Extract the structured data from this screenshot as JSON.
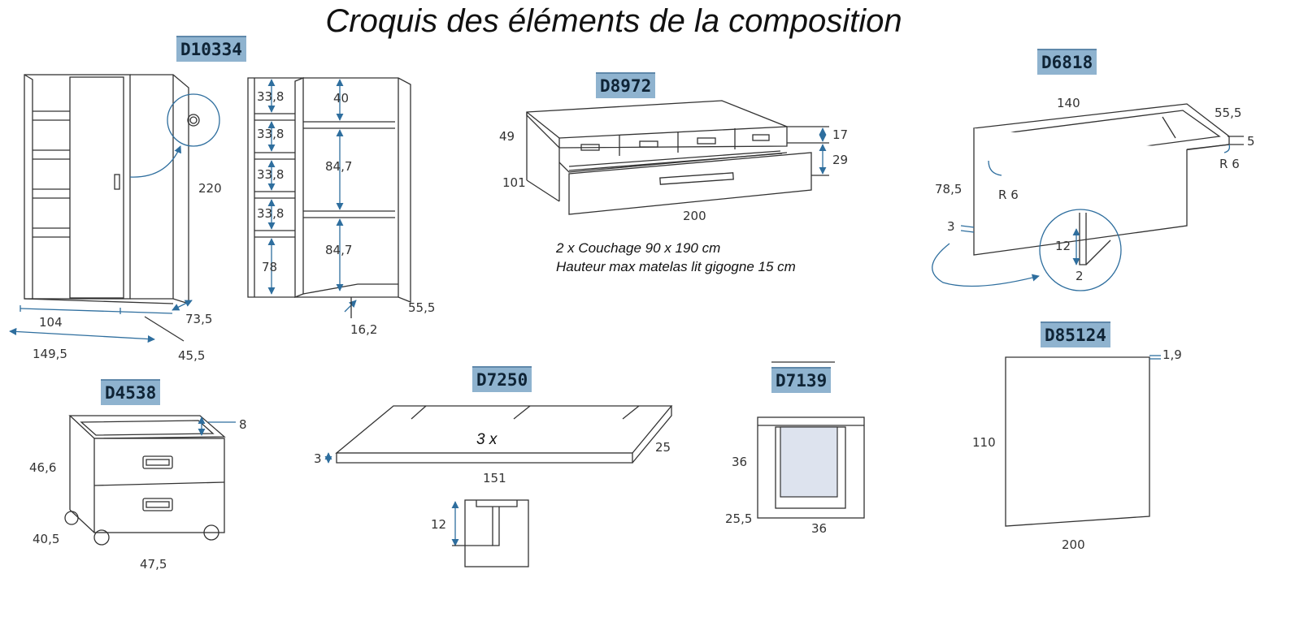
{
  "title": "Croquis des éléments de la composition",
  "codes": {
    "wardrobe": "D10334",
    "bed": "D8972",
    "desk": "D6818",
    "nightstand": "D4538",
    "shelf": "D7250",
    "cube": "D7139",
    "panel": "D85124"
  },
  "bed_notes": [
    "2 x Couchage 90 x 190 cm",
    "Hauteur max matelas lit gigogne 15 cm"
  ],
  "dims": {
    "wardrobe": {
      "height": "220",
      "width_left": "104",
      "depth_a": "73,5",
      "width_total": "149,5",
      "depth_b": "45,5"
    },
    "wardrobe_interior": {
      "s1": "33,8",
      "s2": "33,8",
      "s3": "33,8",
      "s4": "33,8",
      "bottom": "78",
      "top": "40",
      "mid": "84,7",
      "low": "84,7",
      "depth": "55,5",
      "plinth": "16,2"
    },
    "bed": {
      "h_back": "49",
      "h_front": "101",
      "drawer": "17",
      "trundle": "29",
      "length": "200"
    },
    "desk": {
      "width": "140",
      "depth": "55,5",
      "thick": "5",
      "r_right": "R 6",
      "r_left": "R 6",
      "height": "78,5",
      "side": "3",
      "groove": "12",
      "groove_w": "2"
    },
    "nightstand": {
      "rim": "8",
      "height": "46,6",
      "depth": "40,5",
      "width": "47,5"
    },
    "shelf": {
      "qty": "3 x",
      "thick": "3",
      "depth": "25",
      "width": "151",
      "slot": "12"
    },
    "cube": {
      "height": "36",
      "depth": "25,5",
      "width": "36"
    },
    "panel": {
      "thick": "1,9",
      "height": "110",
      "width": "200"
    }
  }
}
